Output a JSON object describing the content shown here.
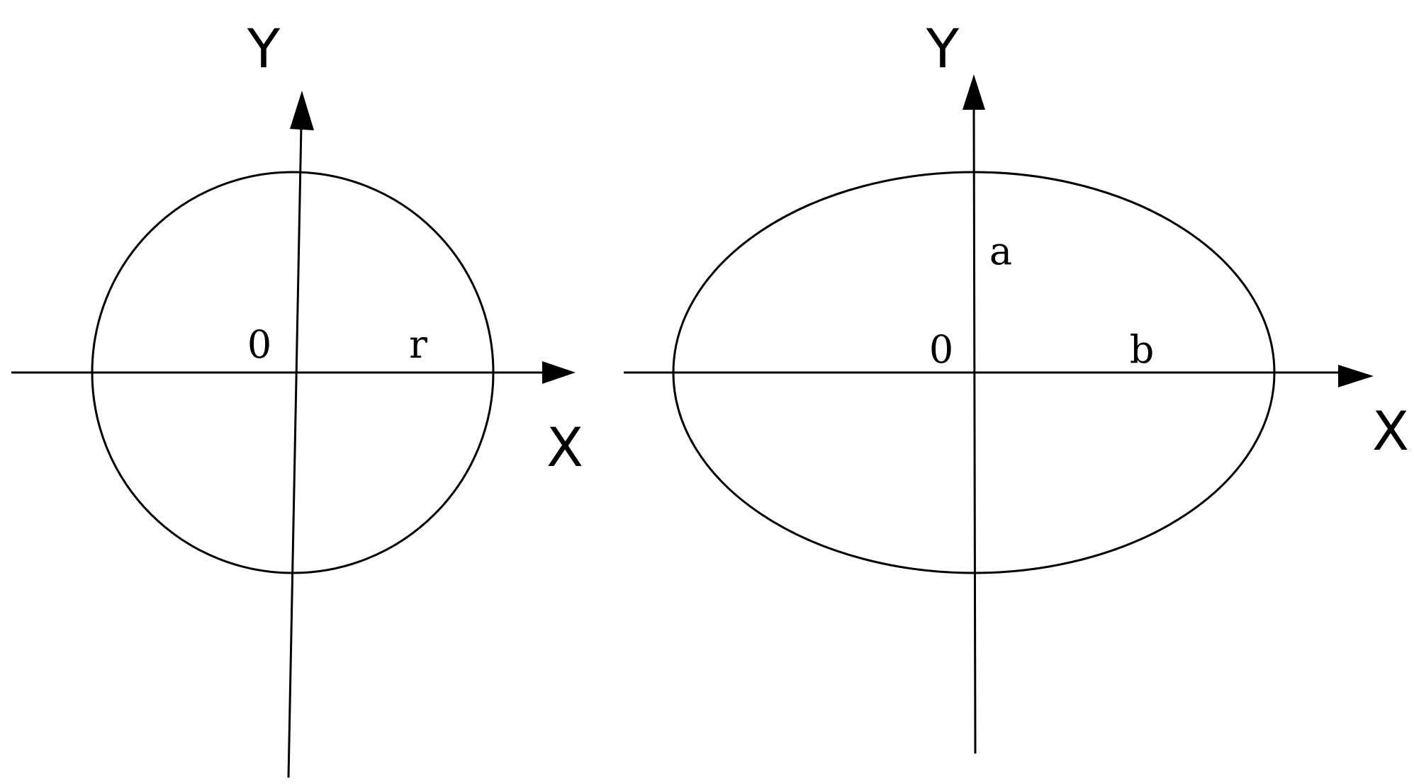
{
  "figures": {
    "circle": {
      "y_axis_label": "Y",
      "x_axis_label": "X",
      "origin_label": "0",
      "radius_label": "r"
    },
    "ellipse": {
      "y_axis_label": "Y",
      "x_axis_label": "X",
      "origin_label": "0",
      "semi_axis_vertical_label": "a",
      "semi_axis_horizontal_label": "b"
    }
  },
  "colors": {
    "line": "#000000",
    "background": "#ffffff"
  }
}
